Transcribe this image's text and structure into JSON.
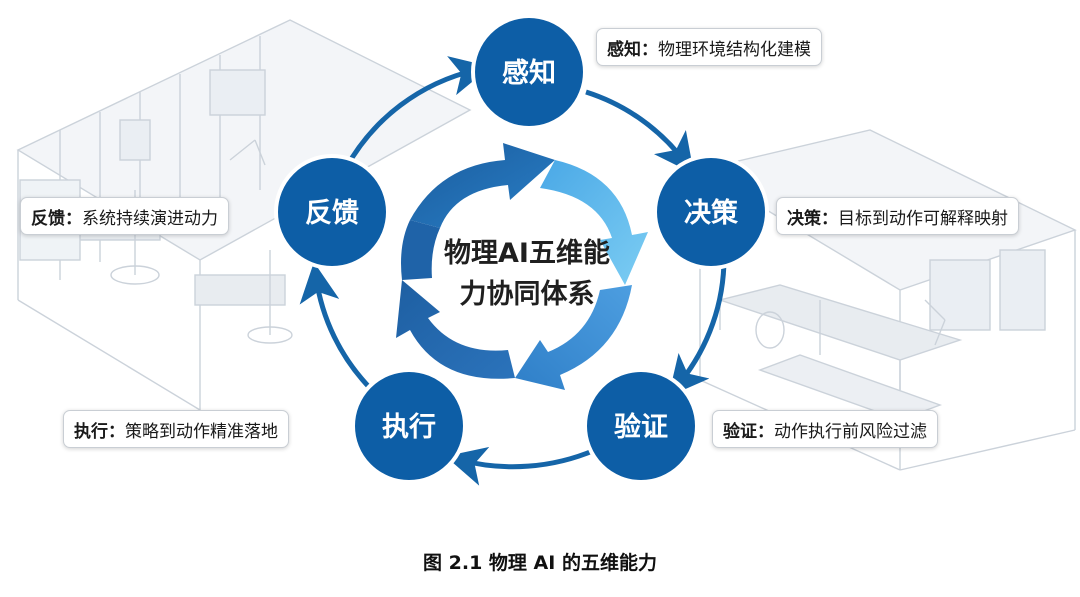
{
  "diagram": {
    "center_line1": "物理AI五维能",
    "center_line2": "力协同体系",
    "nodes": [
      {
        "id": "perceive",
        "label": "感知",
        "desc_title": "感知：",
        "desc_text": "物理环境结构化建模"
      },
      {
        "id": "decide",
        "label": "决策",
        "desc_title": "决策：",
        "desc_text": "目标到动作可解释映射"
      },
      {
        "id": "verify",
        "label": "验证",
        "desc_title": "验证：",
        "desc_text": "动作执行前风险过滤"
      },
      {
        "id": "execute",
        "label": "执行",
        "desc_title": "执行：",
        "desc_text": "策略到动作精准落地"
      },
      {
        "id": "feedback",
        "label": "反馈",
        "desc_title": "反馈：",
        "desc_text": "系统持续演进动力"
      }
    ],
    "colors": {
      "node": "#0d5ea6",
      "arrow_outer": "#1565a8",
      "inner_dark": "#1a5c9e",
      "inner_light": "#6cc0ef"
    }
  },
  "caption": "图 2.1 物理 AI 的五维能力"
}
